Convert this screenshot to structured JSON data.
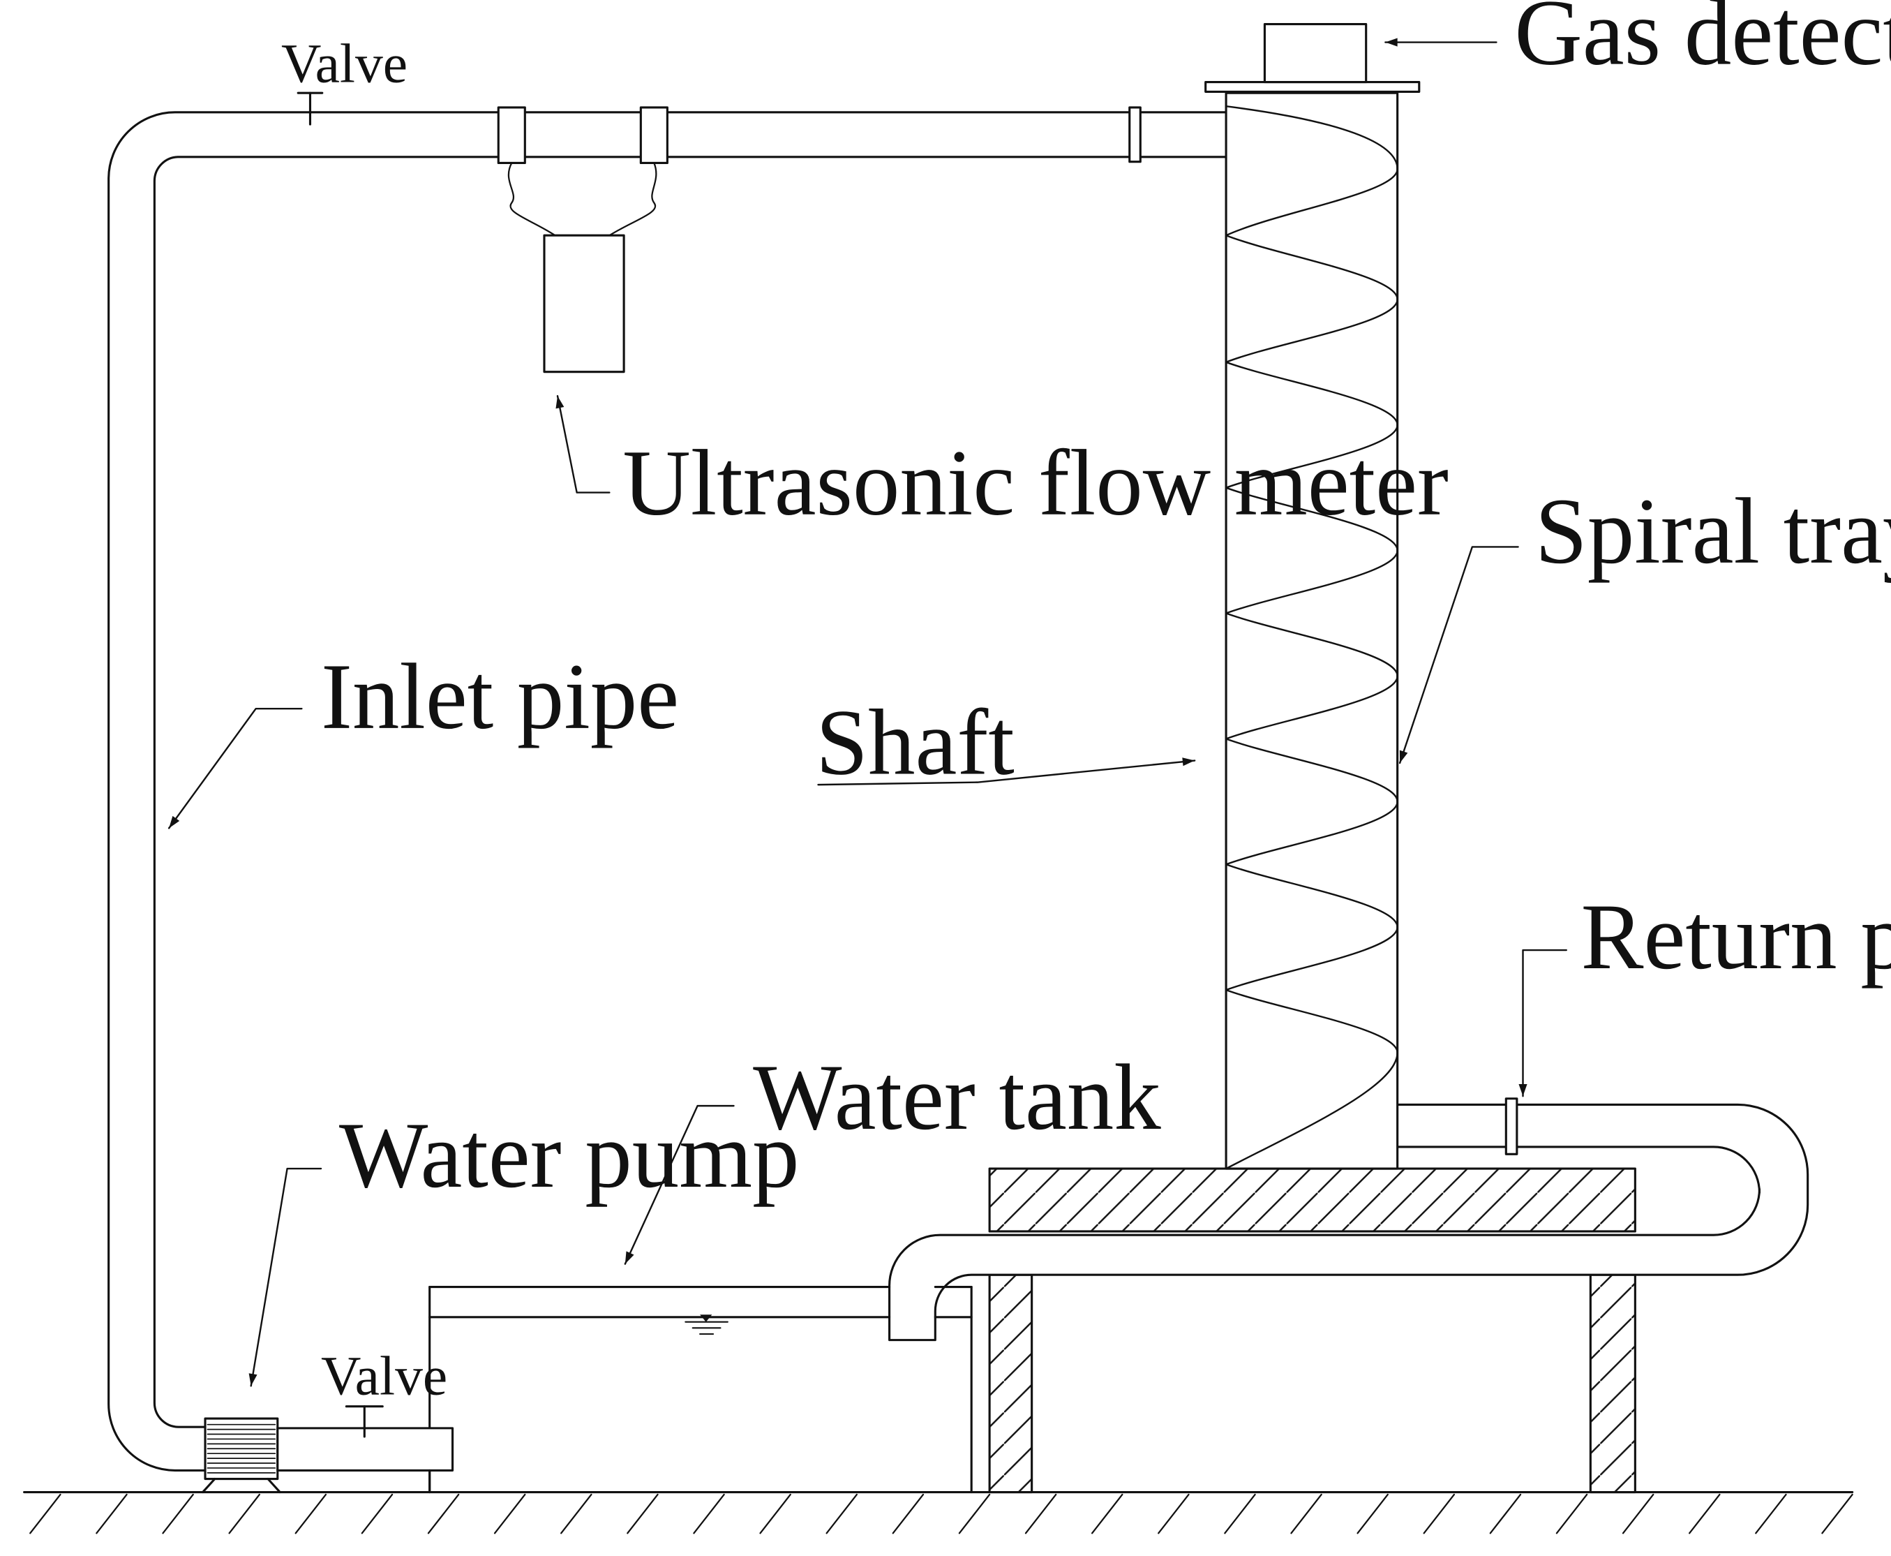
{
  "labels": {
    "gas_detector": "Gas detector",
    "valve_top": "Valve",
    "ultrasonic_flow_meter": "Ultrasonic flow meter",
    "spiral_tray": "Spiral tray",
    "inlet_pipe": "Inlet pipe",
    "shaft": "Shaft",
    "return_pipe": "Return pipe",
    "water_tank": "Water tank",
    "water_pump": "Water pump",
    "valve_bottom": "Valve"
  },
  "colors": {
    "line": "#111111",
    "background": "#ffffff"
  }
}
